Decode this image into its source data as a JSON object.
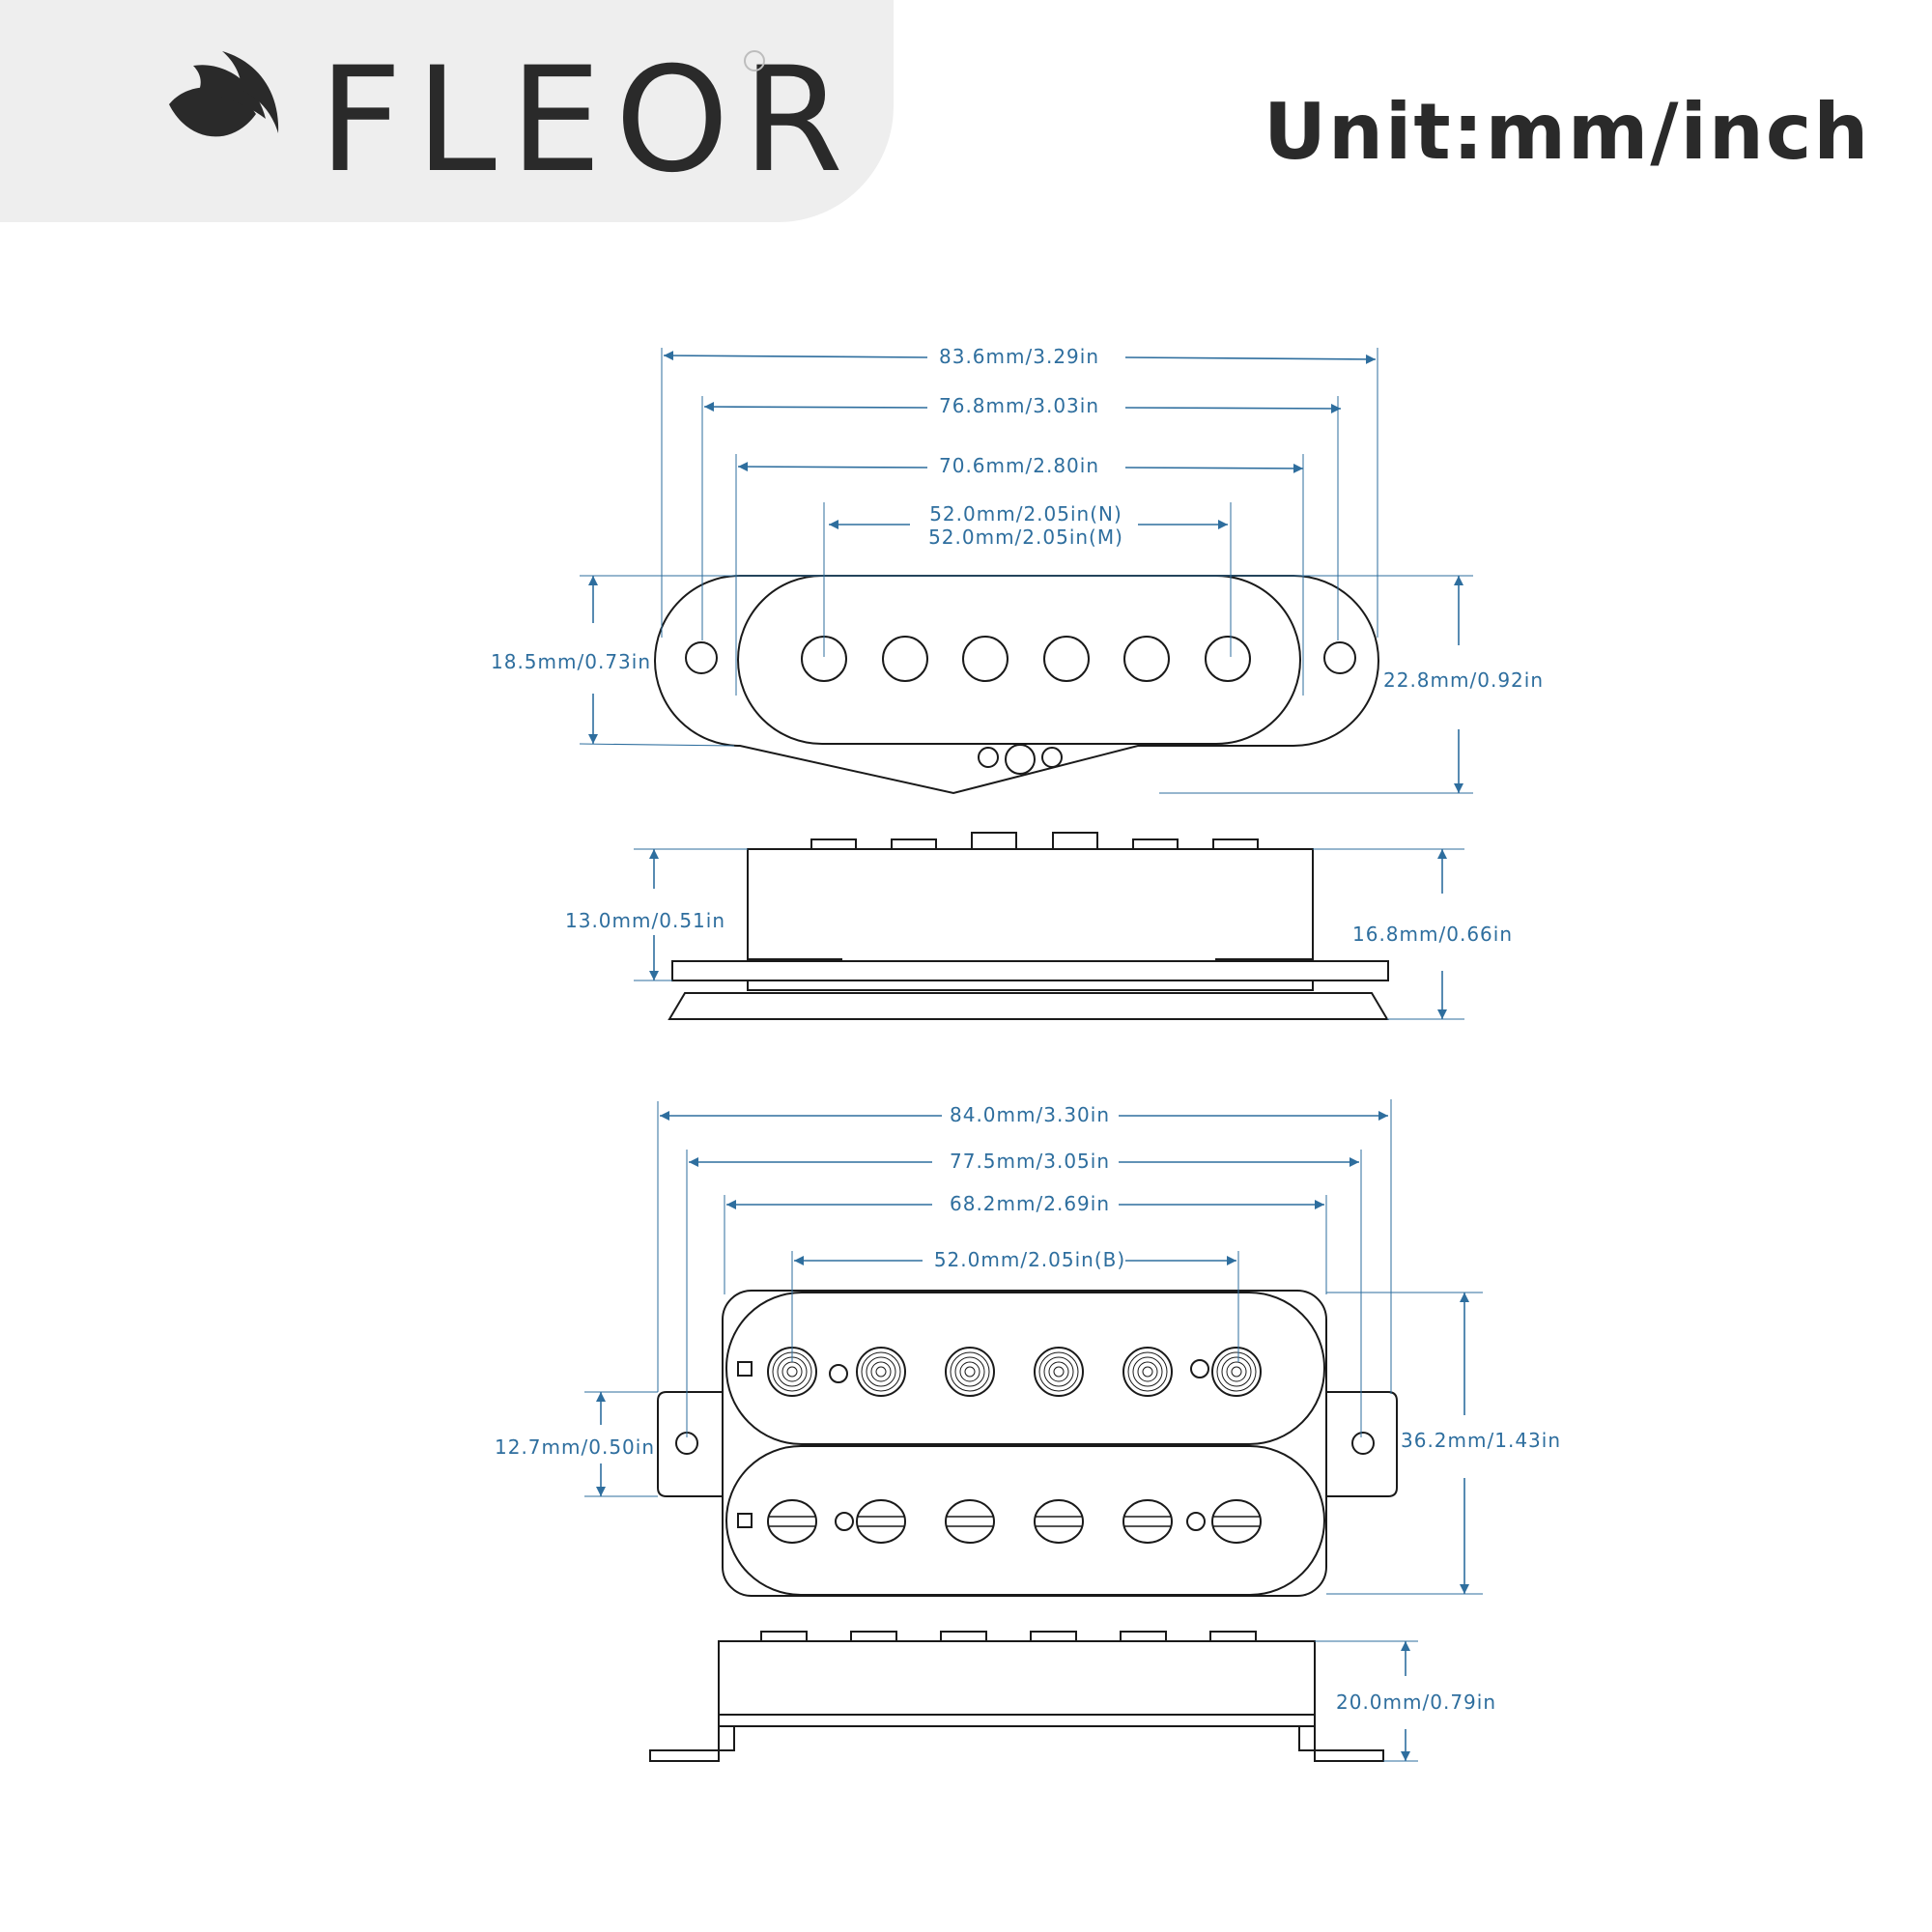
{
  "brand": {
    "logo_text": "FLEOR"
  },
  "unit_label": "Unit:mm/inch",
  "single_coil": {
    "top_view": {
      "d1": "83.6mm/3.29in",
      "d2": "76.8mm/3.03in",
      "d3": "70.6mm/2.80in",
      "d4a": "52.0mm/2.05in(N)",
      "d4b": "52.0mm/2.05in(M)",
      "height_left": "18.5mm/0.73in",
      "height_right": "22.8mm/0.92in"
    },
    "side_view": {
      "height_left": "13.0mm/0.51in",
      "height_right": "16.8mm/0.66in"
    }
  },
  "humbucker": {
    "top_view": {
      "d1": "84.0mm/3.30in",
      "d2": "77.5mm/3.05in",
      "d3": "68.2mm/2.69in",
      "d4": "52.0mm/2.05in(B)",
      "height_left": "12.7mm/0.50in",
      "height_right": "36.2mm/1.43in"
    },
    "side_view": {
      "height_right": "20.0mm/0.79in"
    }
  },
  "colors": {
    "dimension": "#2e6e9e",
    "outline": "#1a1a1a",
    "header_bg": "#eeeeee",
    "text_dark": "#2a2a2a"
  }
}
